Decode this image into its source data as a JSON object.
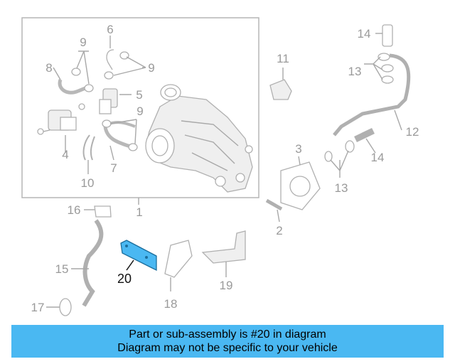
{
  "labels": {
    "l1": "1",
    "l2": "2",
    "l3": "3",
    "l4": "4",
    "l5": "5",
    "l6": "6",
    "l7": "7",
    "l8": "8",
    "l9a": "9",
    "l9b": "9",
    "l9c": "9",
    "l10": "10",
    "l11": "11",
    "l12": "12",
    "l13a": "13",
    "l13b": "13",
    "l14a": "14",
    "l14b": "14",
    "l15": "15",
    "l16": "16",
    "l17": "17",
    "l18": "18",
    "l19": "19",
    "l20": "20"
  },
  "highlight": {
    "part": "20",
    "color": "#4ab8f2"
  },
  "banner": {
    "line1": "Part or sub-assembly is #20 in diagram",
    "line2": "Diagram may not be specific to your vehicle"
  }
}
